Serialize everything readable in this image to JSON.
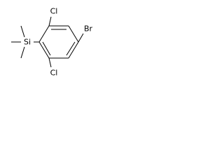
{
  "molecule": {
    "atoms": [
      {
        "id": "si",
        "label": "Si",
        "color": "#000000"
      },
      {
        "id": "cl_top",
        "label": "Cl",
        "color": "#000000"
      },
      {
        "id": "cl_bottom",
        "label": "Cl",
        "color": "#000000"
      },
      {
        "id": "br",
        "label": "Br",
        "color": "#000000"
      }
    ],
    "bond_color": "#000000",
    "background": "#ffffff"
  }
}
